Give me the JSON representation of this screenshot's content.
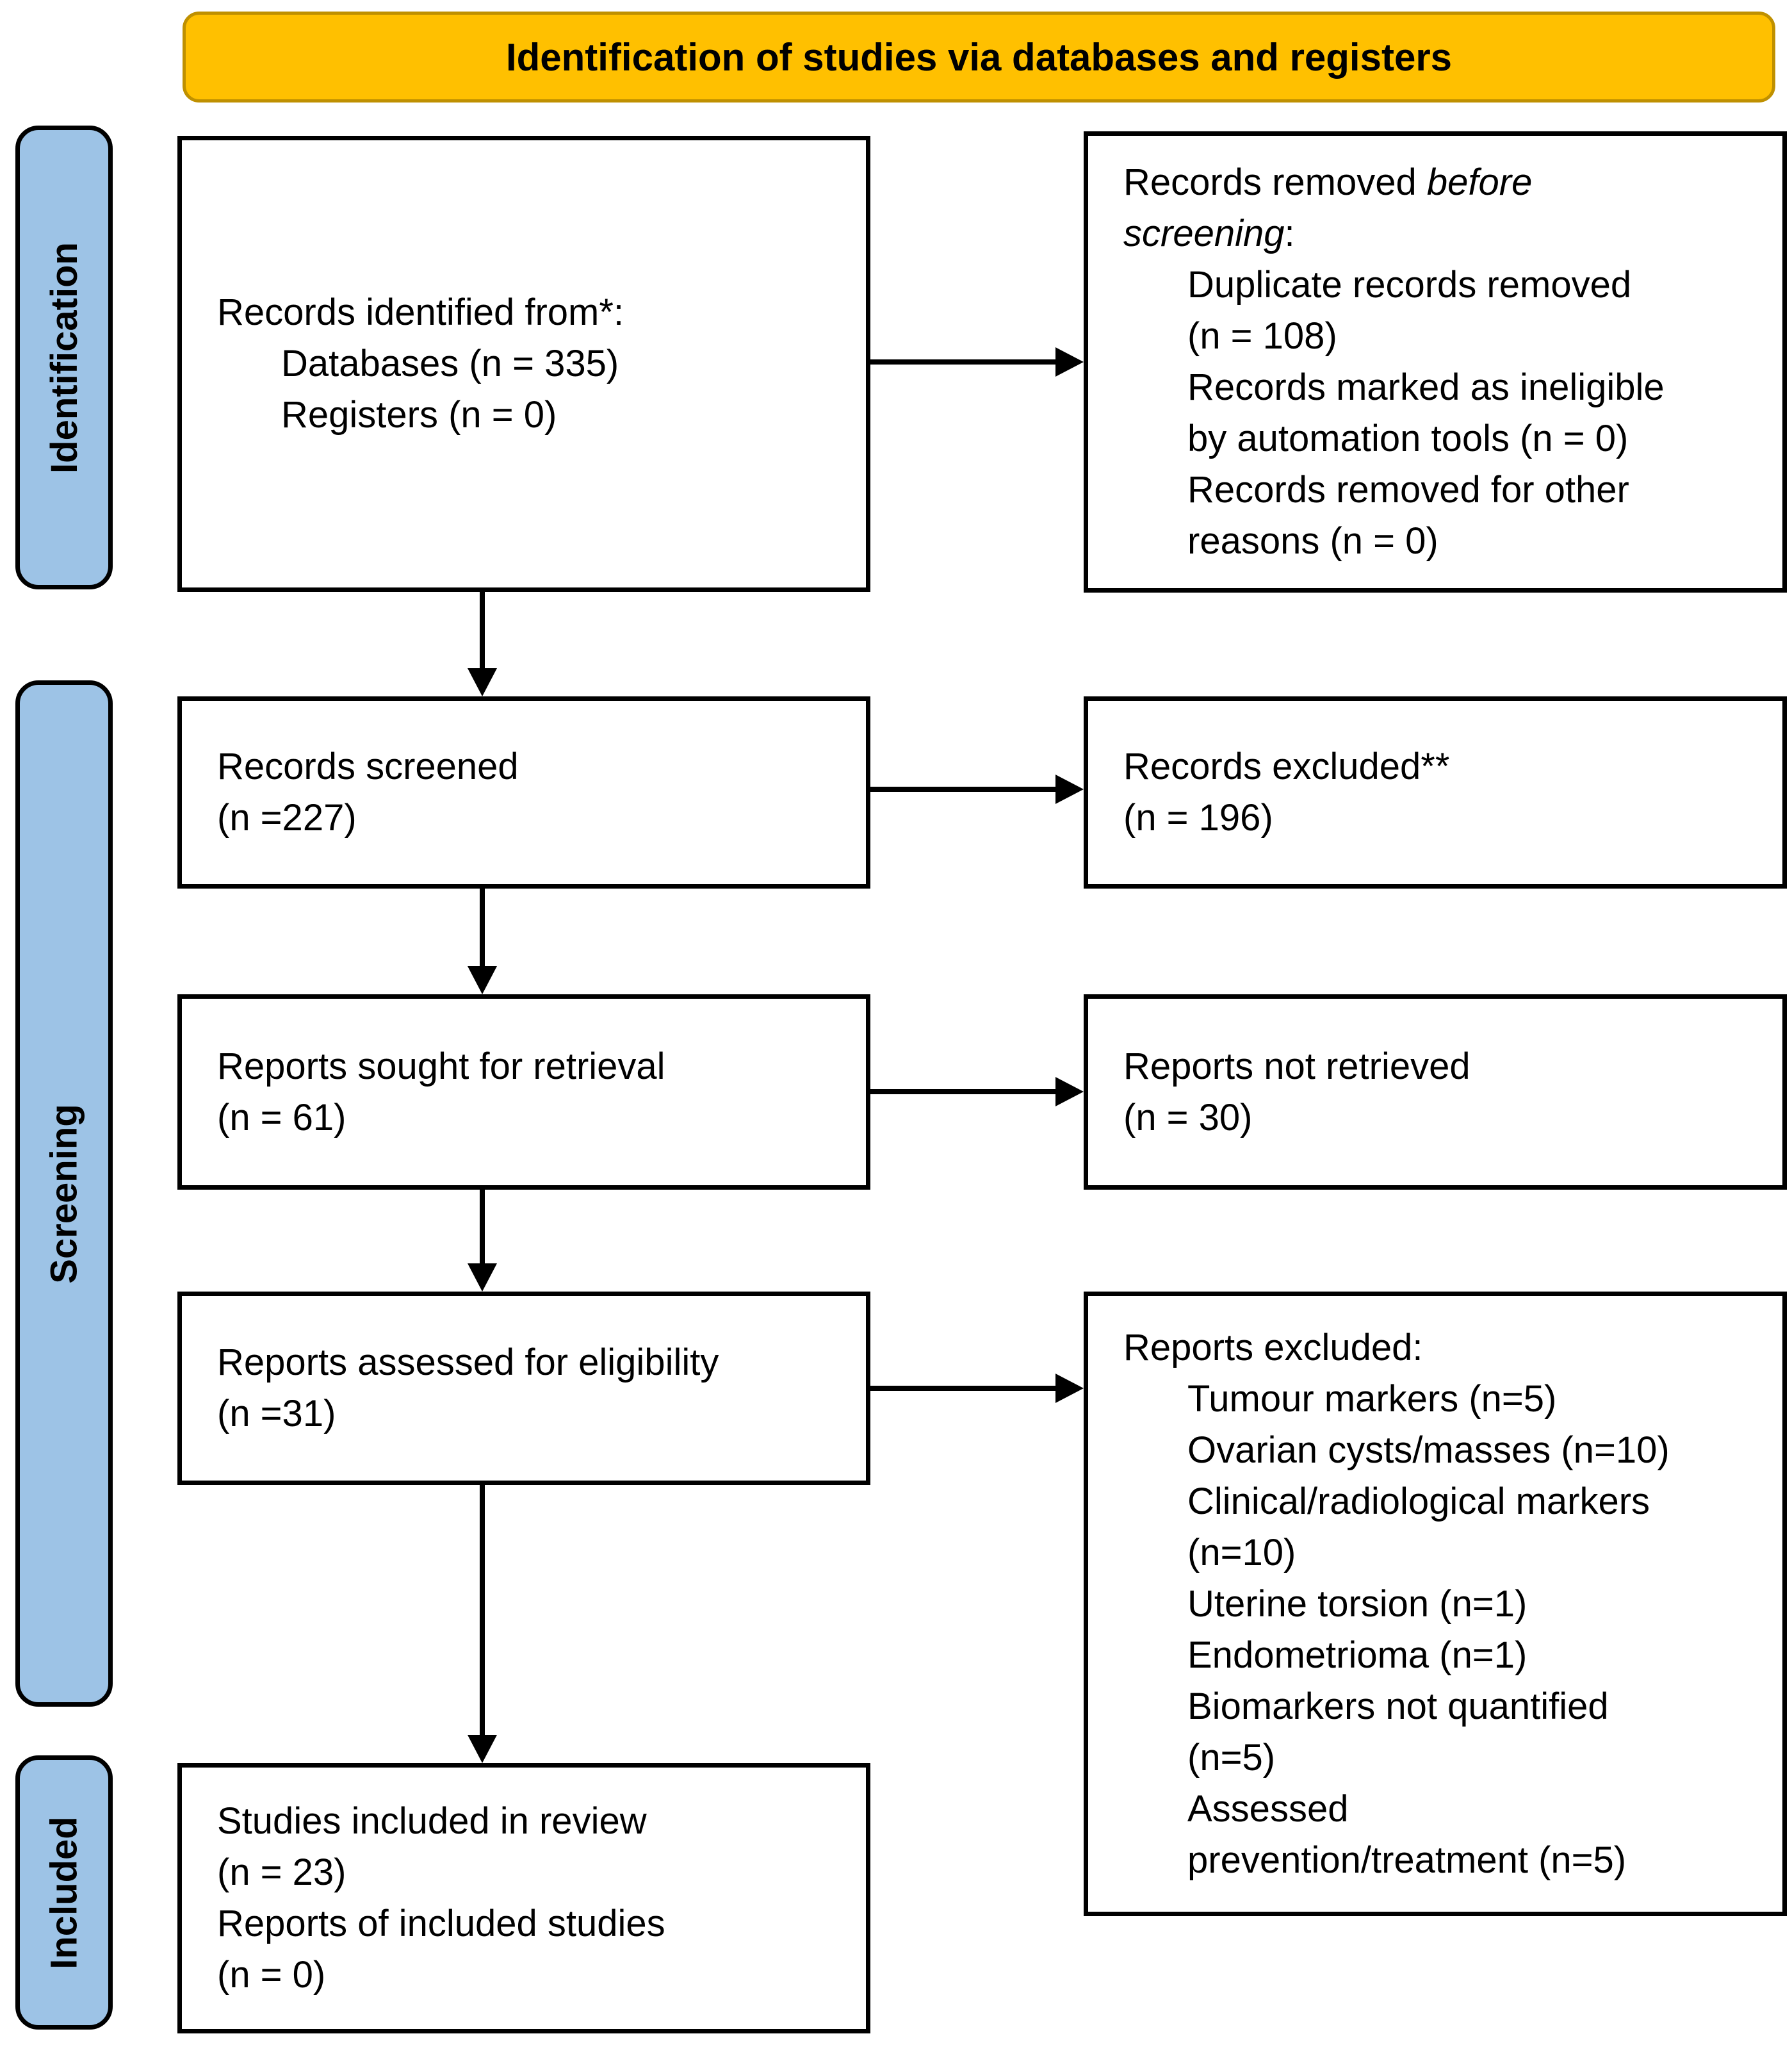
{
  "title": "Identification of studies via databases and registers",
  "sidebar": {
    "identification": "Identification",
    "screening": "Screening",
    "included": "Included"
  },
  "boxes": {
    "records_identified": {
      "heading": "Records identified from*:",
      "items": [
        "Databases (n = 335)",
        "Registers (n = 0)"
      ]
    },
    "records_removed": {
      "heading_normal": "Records removed",
      "heading_italic_1": "before",
      "heading_italic_2": "screening",
      "heading_colon": ":",
      "item_lines": [
        "Duplicate records removed",
        "(n = 108)",
        "Records marked as ineligible",
        "by automation tools (n = 0)",
        "Records removed for other",
        "reasons (n = 0)"
      ]
    },
    "records_screened": {
      "lines": [
        "Records screened",
        "(n =227)"
      ]
    },
    "records_excluded": {
      "lines": [
        "Records excluded**",
        "(n = 196)"
      ]
    },
    "reports_sought": {
      "lines": [
        "Reports sought for retrieval",
        "(n = 61)"
      ]
    },
    "reports_not_retrieved": {
      "lines": [
        "Reports not retrieved",
        "(n = 30)"
      ]
    },
    "reports_assessed": {
      "lines": [
        "Reports assessed for eligibility",
        "(n =31)"
      ]
    },
    "reports_excluded": {
      "heading": "Reports excluded:",
      "item_lines": [
        "Tumour markers (n=5)",
        "Ovarian cysts/masses (n=10)",
        "Clinical/radiological markers",
        "(n=10)",
        "Uterine torsion (n=1)",
        "Endometrioma (n=1)",
        "Biomarkers not quantified",
        "(n=5)",
        "Assessed",
        "prevention/treatment (n=5)"
      ]
    },
    "studies_included": {
      "lines": [
        "Studies included in review",
        "(n = 23)",
        "Reports of included studies",
        "(n = 0)"
      ]
    }
  },
  "colors": {
    "banner_fill": "#FFC000",
    "sidebar_fill": "#9DC3E6",
    "box_border": "#000000",
    "text": "#000000"
  }
}
